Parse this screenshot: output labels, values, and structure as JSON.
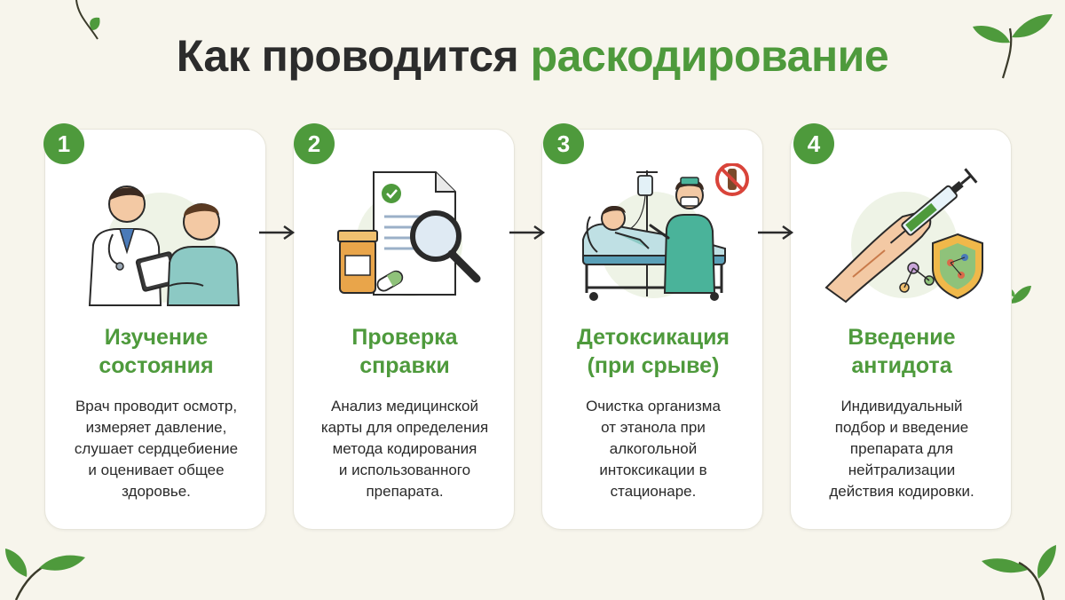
{
  "header": {
    "title_main": "Как проводится",
    "title_accent": "раскодирование"
  },
  "colors": {
    "accent": "#4e9a3c",
    "background": "#f7f5ec",
    "card": "#ffffff",
    "text": "#2a2a2a"
  },
  "steps": [
    {
      "number": "1",
      "title_line1": "Изучение",
      "title_line2": "состояния",
      "desc_lines": [
        "Врач проводит осмотр,",
        "измеряет давление,",
        "слушает сердцебиение",
        "и оценивает общее",
        "здоровье."
      ],
      "icon": "doctor-patient-icon"
    },
    {
      "number": "2",
      "title_line1": "Проверка",
      "title_line2": "справки",
      "desc_lines": [
        "Анализ медицинской",
        "карты для определения",
        "метода кодирования",
        "и использованного",
        "препарата."
      ],
      "icon": "document-magnifier-icon"
    },
    {
      "number": "3",
      "title_line1": "Детоксикация",
      "title_line2": "(при срыве)",
      "desc_lines": [
        "Очистка организма",
        "от этанола при",
        "алкогольной",
        "интоксикации в",
        "стационаре."
      ],
      "icon": "hospital-bed-icon"
    },
    {
      "number": "4",
      "title_line1": "Введение",
      "title_line2": "антидота",
      "desc_lines": [
        "Индивидуальный",
        "подбор и введение",
        "препарата для",
        "нейтрализации",
        "действия кодировки."
      ],
      "icon": "syringe-shield-icon"
    }
  ]
}
